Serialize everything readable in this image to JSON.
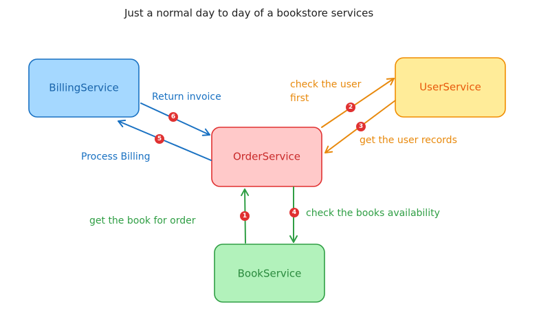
{
  "title": "Just a normal day to day of a bookstore services",
  "nodes": {
    "billing": {
      "label": "BillingService",
      "fill": "#a5d8ff",
      "stroke": "#1971c2",
      "text_color": "#1864ab"
    },
    "user": {
      "label": "UserService",
      "fill": "#ffec99",
      "stroke": "#f08c00",
      "text_color": "#e8590c"
    },
    "order": {
      "label": "OrderService",
      "fill": "#ffc9c9",
      "stroke": "#e03131",
      "text_color": "#c92a2a"
    },
    "book": {
      "label": "BookService",
      "fill": "#b2f2bb",
      "stroke": "#2f9e44",
      "text_color": "#2b8a3e"
    }
  },
  "edges": {
    "e1": {
      "step": "1",
      "label": "get the book for order",
      "color": "#2f9e44"
    },
    "e2": {
      "step": "2",
      "label_lines": [
        "check the user",
        "first"
      ],
      "color": "#e8890c"
    },
    "e3": {
      "step": "3",
      "label": "get the user records",
      "color": "#e8890c"
    },
    "e4": {
      "step": "4",
      "label": "check the books availability",
      "color": "#2f9e44"
    },
    "e5": {
      "step": "5",
      "label": "Process Billing",
      "color": "#1971c2"
    },
    "e6": {
      "step": "6",
      "label": "Return invoice",
      "color": "#1971c2"
    }
  },
  "badge_color": "#e03131"
}
